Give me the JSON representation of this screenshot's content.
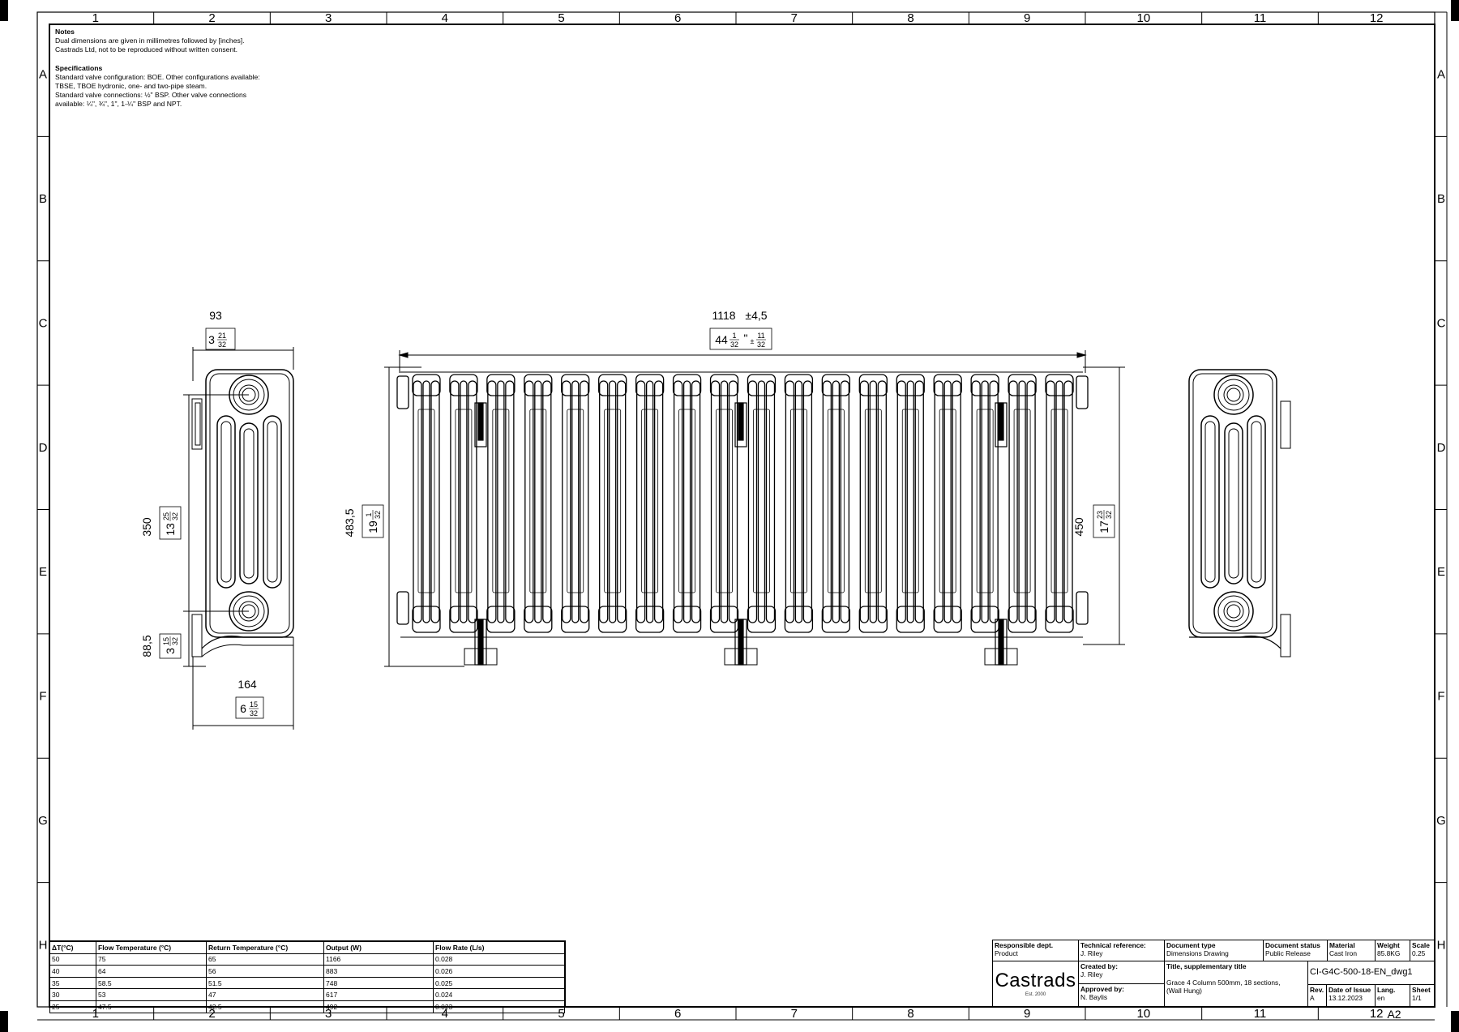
{
  "grid": {
    "columns": [
      "1",
      "2",
      "3",
      "4",
      "5",
      "6",
      "7",
      "8",
      "9",
      "10",
      "11",
      "12"
    ],
    "rows": [
      "A",
      "B",
      "C",
      "D",
      "E",
      "F",
      "G",
      "H"
    ]
  },
  "notes": {
    "heading": "Notes",
    "lines": [
      "Dual dimensions are given in millimetres followed by [inches].",
      "Castrads Ltd, not to be reproduced without written consent."
    ],
    "spec_heading": "Specifications",
    "spec_lines": [
      "Standard valve configuration: BOE. Other configurations available:",
      "TBSE, TBOE hydronic, one- and two-pipe steam.",
      "Standard valve connections: ½\" BSP. Other valve connections",
      "available: ¼\", ¾\", 1\", 1-¼\" BSP and NPT."
    ]
  },
  "dimensions": {
    "side_width_top_mm": "93",
    "side_width_top_in_whole": "3",
    "side_width_top_in_num": "21",
    "side_width_top_in_den": "32",
    "side_height_mm": "350",
    "side_height_in_whole": "13",
    "side_height_in_num": "25",
    "side_height_in_den": "32",
    "side_foot_mm": "88,5",
    "side_foot_in_whole": "3",
    "side_foot_in_num": "15",
    "side_foot_in_den": "32",
    "side_depth_mm": "164",
    "side_depth_in_whole": "6",
    "side_depth_in_num": "15",
    "side_depth_in_den": "32",
    "length_mm": "1118",
    "length_tol_mm": "±4,5",
    "length_in_whole": "44",
    "length_in_num": "1",
    "length_in_den": "32",
    "length_tol_in_num": "11",
    "length_tol_in_den": "32",
    "total_height_mm": "483,5",
    "total_height_in_whole": "19",
    "total_height_in_num": "1",
    "total_height_in_den": "32",
    "section_height_mm": "450",
    "section_height_in_whole": "17",
    "section_height_in_num": "23",
    "section_height_in_den": "32"
  },
  "performance_table": {
    "headers": [
      "ΔT(°C)",
      "Flow Temperature (°C)",
      "Return Temperature (°C)",
      "Output (W)",
      "Flow Rate (L/s)"
    ],
    "rows": [
      [
        "50",
        "75",
        "65",
        "1166",
        "0.028"
      ],
      [
        "40",
        "64",
        "56",
        "883",
        "0.026"
      ],
      [
        "35",
        "58.5",
        "51.5",
        "748",
        "0.025"
      ],
      [
        "30",
        "53",
        "47",
        "617",
        "0.024"
      ],
      [
        "25",
        "47.5",
        "42.5",
        "492",
        "0.023"
      ]
    ]
  },
  "title_block": {
    "responsible_label": "Responsible dept.",
    "responsible_value": "Product",
    "tech_ref_label": "Technical reference:",
    "tech_ref_value": "J. Riley",
    "doc_type_label": "Document type",
    "doc_type_value": "Dimensions Drawing",
    "doc_status_label": "Document status",
    "doc_status_value": "Public Release",
    "material_label": "Material",
    "material_value": "Cast Iron",
    "weight_label": "Weight",
    "weight_value": "85.8KG",
    "scale_label": "Scale",
    "scale_value": "0.25",
    "company": "Castrads",
    "company_est": "Est. 2000",
    "created_label": "Created by:",
    "created_value": "J. Riley",
    "approved_label": "Approved by:",
    "approved_value": "N. Baylis",
    "title_label": "Title, supplementary title",
    "title_value_1": "Grace 4 Column 500mm, 18 sections,",
    "title_value_2": "(Wall Hung)",
    "drawing_number": "CI-G4C-500-18-EN_dwg1",
    "rev_label": "Rev.",
    "rev_value": "A",
    "date_label": "Date of Issue",
    "date_value": "13.12.2023",
    "lang_label": "Lang.",
    "lang_value": "en",
    "sheet_label": "Sheet",
    "sheet_value": "1/1",
    "paper_size": "A2"
  }
}
